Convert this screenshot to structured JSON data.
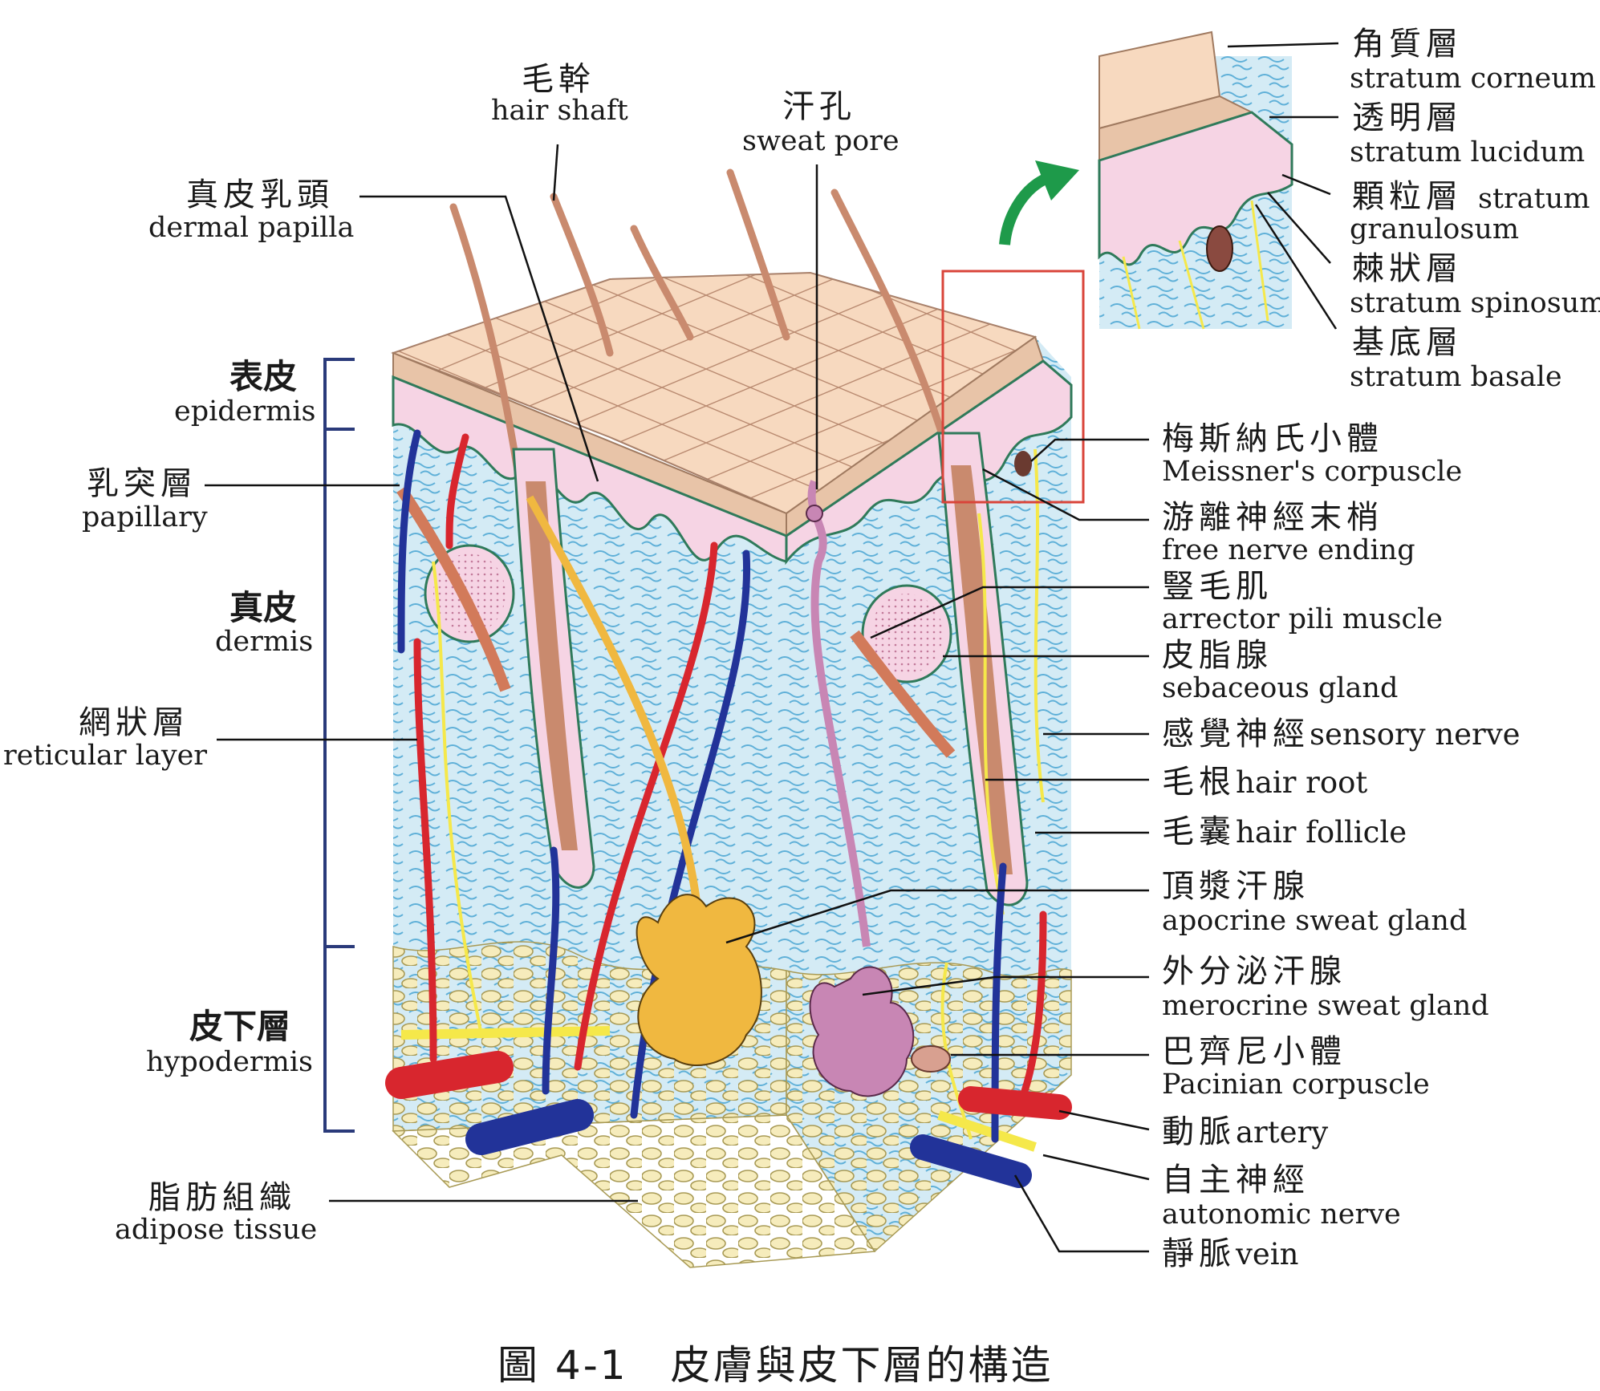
{
  "labels": {
    "hair_shaft": {
      "zh": "毛幹",
      "en": "hair shaft"
    },
    "sweat_pore": {
      "zh": "汗孔",
      "en": "sweat pore"
    },
    "dermal_papilla": {
      "zh": "真皮乳頭",
      "en": "dermal papilla"
    },
    "epidermis": {
      "zh": "表皮",
      "en": "epidermis"
    },
    "papillary": {
      "zh": "乳突層",
      "en": "papillary"
    },
    "dermis": {
      "zh": "真皮",
      "en": "dermis"
    },
    "reticular": {
      "zh": "網狀層",
      "en": "reticular layer"
    },
    "hypodermis": {
      "zh": "皮下層",
      "en": "hypodermis"
    },
    "adipose": {
      "zh": "脂肪組織",
      "en": "adipose tissue"
    },
    "corneum": {
      "zh": "角質層",
      "en": "stratum corneum"
    },
    "lucidum": {
      "zh": "透明層",
      "en": "stratum lucidum"
    },
    "granulosum": {
      "zh": "顆粒層",
      "en1": "stratum",
      "en2": "granulosum"
    },
    "spinosum": {
      "zh": "棘狀層",
      "en": "stratum spinosum"
    },
    "basale": {
      "zh": "基底層",
      "en": "stratum basale"
    },
    "meissner": {
      "zh": "梅斯納氏小體",
      "en": "Meissner's corpuscle"
    },
    "free_nerve": {
      "zh": "游離神經末梢",
      "en": "free nerve ending"
    },
    "arrector": {
      "zh": "豎毛肌",
      "en": "arrector pili muscle"
    },
    "sebaceous": {
      "zh": "皮脂腺",
      "en": "sebaceous gland"
    },
    "sensory": {
      "zh": "感覺神經",
      "en": "sensory nerve"
    },
    "hair_root": {
      "zh": "毛根",
      "en": "hair root"
    },
    "follicle": {
      "zh": "毛囊",
      "en": "hair follicle"
    },
    "apocrine": {
      "zh": "頂漿汗腺",
      "en": "apocrine sweat gland"
    },
    "merocrine": {
      "zh": "外分泌汗腺",
      "en": "merocrine sweat gland"
    },
    "pacinian": {
      "zh": "巴齊尼小體",
      "en": "Pacinian corpuscle"
    },
    "artery": {
      "zh": "動脈",
      "en": "artery"
    },
    "autonomic": {
      "zh": "自主神經",
      "en": "autonomic nerve"
    },
    "vein": {
      "zh": "靜脈",
      "en": "vein"
    }
  },
  "caption": "圖 4-1　皮膚與皮下層的構造",
  "colors": {
    "epidermis_top": "#f5d3b6",
    "dermis": "#d4ebf5",
    "papillary": "#f6d4e4",
    "adipose": "#f1e4a8",
    "artery": "#d8262e",
    "vein": "#223399",
    "nerve": "#f5e84a",
    "hair": "#c98a6e",
    "apocrine": "#f0b840",
    "merocrine": "#c886b4",
    "arrow": "#1e9a4a",
    "bracket": "#2a3a7a",
    "zoom_box": "#d9443a"
  }
}
